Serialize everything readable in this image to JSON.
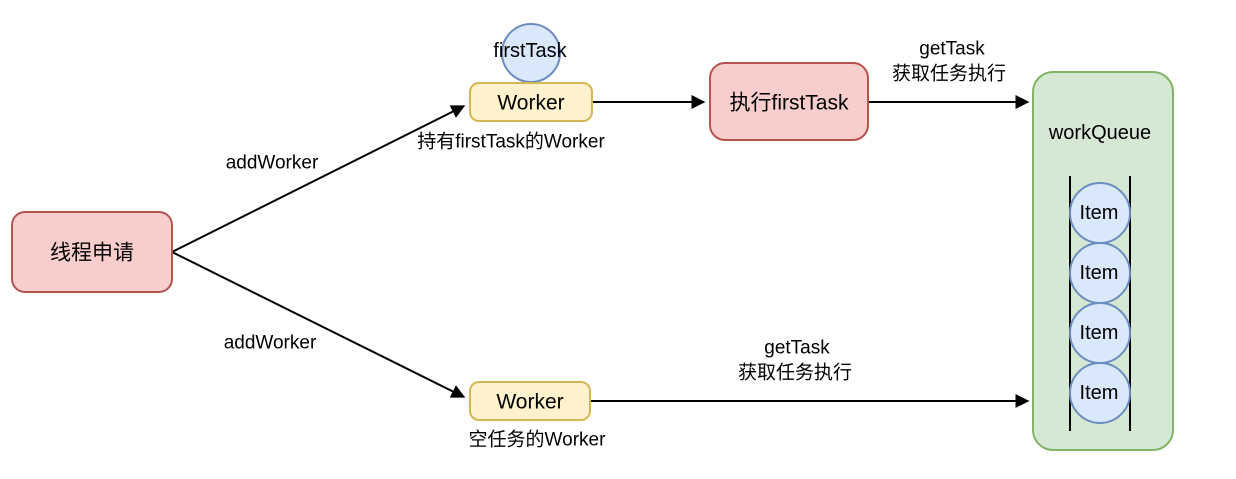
{
  "colors": {
    "background": "#ffffff",
    "text": "#000000",
    "line": "#000000",
    "red_fill": "#f8cecc",
    "red_stroke": "#b85450",
    "yellow_fill": "#fff2cc",
    "yellow_stroke": "#d6b656",
    "green_fill": "#d5e8d4",
    "green_stroke": "#82b366",
    "blue_fill": "#dae8fc",
    "blue_stroke": "#6c8ebf"
  },
  "diagram": {
    "thread_request": {
      "label": "线程申请"
    },
    "first_task": {
      "label": "firstTask"
    },
    "worker_top": {
      "label": "Worker",
      "caption": "持有firstTask的Worker"
    },
    "execute_first_task": {
      "label": "执行firstTask"
    },
    "worker_bottom": {
      "label": "Worker",
      "caption": "空任务的Worker"
    },
    "work_queue": {
      "label": "workQueue",
      "items": [
        "Item",
        "Item",
        "Item",
        "Item"
      ]
    },
    "edges": {
      "add_worker_top": "addWorker",
      "add_worker_bottom": "addWorker",
      "get_task_top": [
        "getTask",
        "获取任务执行"
      ],
      "get_task_bottom": [
        "getTask",
        "获取任务执行"
      ]
    }
  }
}
